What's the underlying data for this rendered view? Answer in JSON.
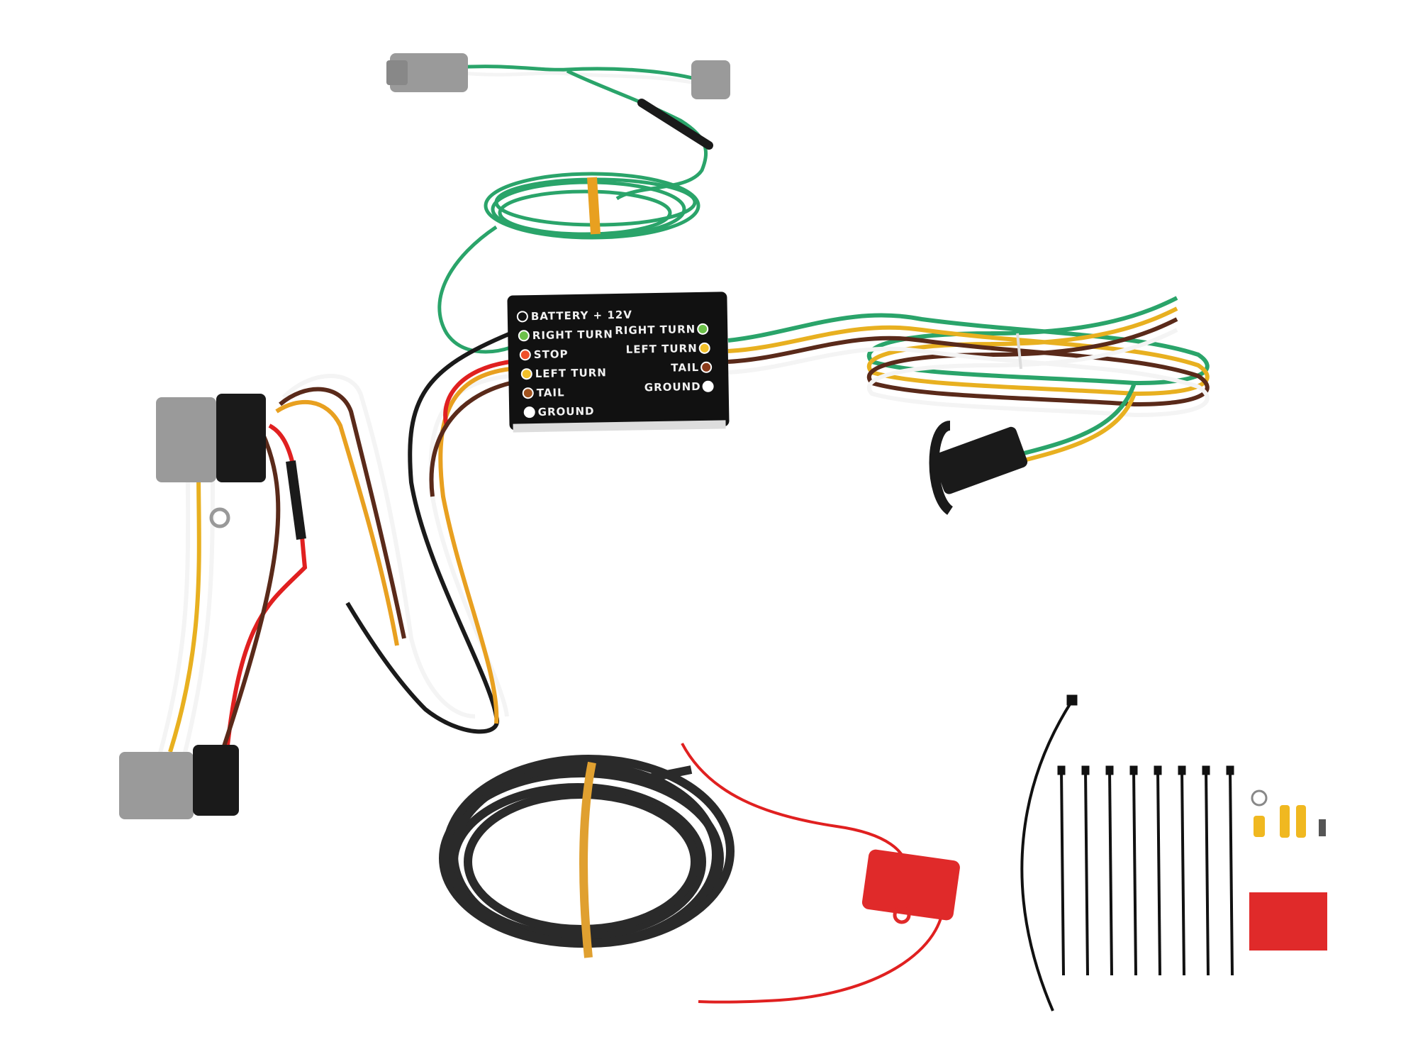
{
  "converter_box": {
    "input_labels": [
      "BATTERY + 12V",
      "RIGHT TURN",
      "STOP",
      "LEFT TURN",
      "TAIL",
      "GROUND"
    ],
    "input_dot_colors": [
      "#111111",
      "#6cc04a",
      "#f0502a",
      "#f2c02a",
      "#a0521e",
      "#ffffff"
    ],
    "output_labels": [
      "RIGHT TURN",
      "LEFT TURN",
      "TAIL",
      "GROUND"
    ],
    "output_dot_colors": [
      "#6cc04a",
      "#f2c02a",
      "#8a3a1a",
      "#ffffff"
    ]
  },
  "colors": {
    "green_wire": "#2aa46a",
    "yellow_wire": "#e8b020",
    "brown_wire": "#5a2a1a",
    "white_wire": "#f4f4f4",
    "red_wire": "#e02020",
    "black_wire": "#1a1a1a",
    "connector_gray": "#9a9a9a",
    "red_tape": "#e02a2a"
  }
}
